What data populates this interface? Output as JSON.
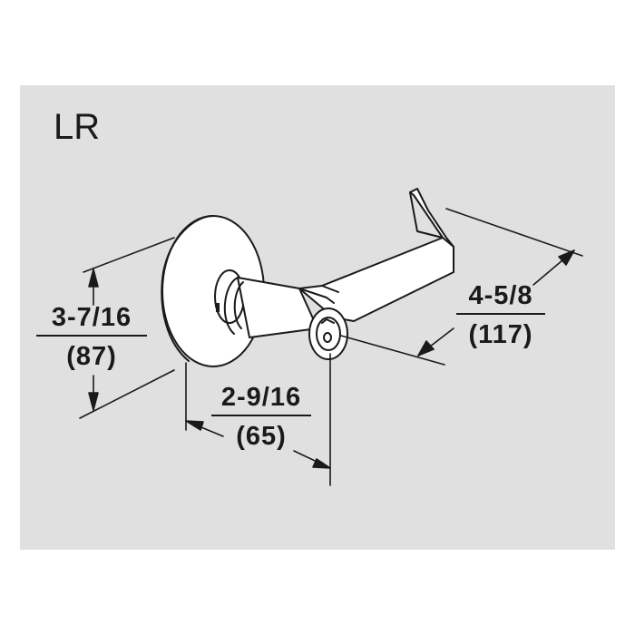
{
  "model_label": "LR",
  "dimensions": {
    "height": {
      "fraction": "3-7/16",
      "metric": "(87)"
    },
    "depth": {
      "fraction": "2-9/16",
      "metric": "(65)"
    },
    "lever_length": {
      "fraction": "4-5/8",
      "metric": "(117)"
    }
  },
  "colors": {
    "panel": "#e0e0e1",
    "line": "#1a1a1a",
    "fill": "#ffffff"
  }
}
